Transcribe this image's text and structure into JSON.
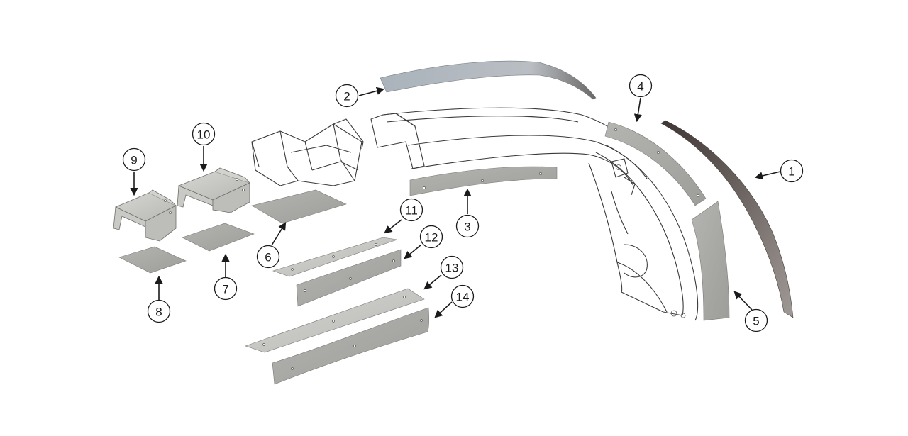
{
  "diagram": {
    "parts": [
      {
        "id": "part-1",
        "label": "1"
      },
      {
        "id": "part-2",
        "label": "2"
      },
      {
        "id": "part-3",
        "label": "3"
      },
      {
        "id": "part-4",
        "label": "4"
      },
      {
        "id": "part-5",
        "label": "5"
      },
      {
        "id": "part-6",
        "label": "6"
      },
      {
        "id": "part-7",
        "label": "7"
      },
      {
        "id": "part-8",
        "label": "8"
      },
      {
        "id": "part-9",
        "label": "9"
      },
      {
        "id": "part-10",
        "label": "10"
      },
      {
        "id": "part-11",
        "label": "11"
      },
      {
        "id": "part-12",
        "label": "12"
      },
      {
        "id": "part-13",
        "label": "13"
      },
      {
        "id": "part-14",
        "label": "14"
      }
    ],
    "colors": {
      "panel_light": "#c4c4c2",
      "panel_mid": "#a9a9a6",
      "panel_blue": "#aeb4bb",
      "panel_dark": "#6e6663",
      "outline": "#3a3a3a"
    }
  }
}
